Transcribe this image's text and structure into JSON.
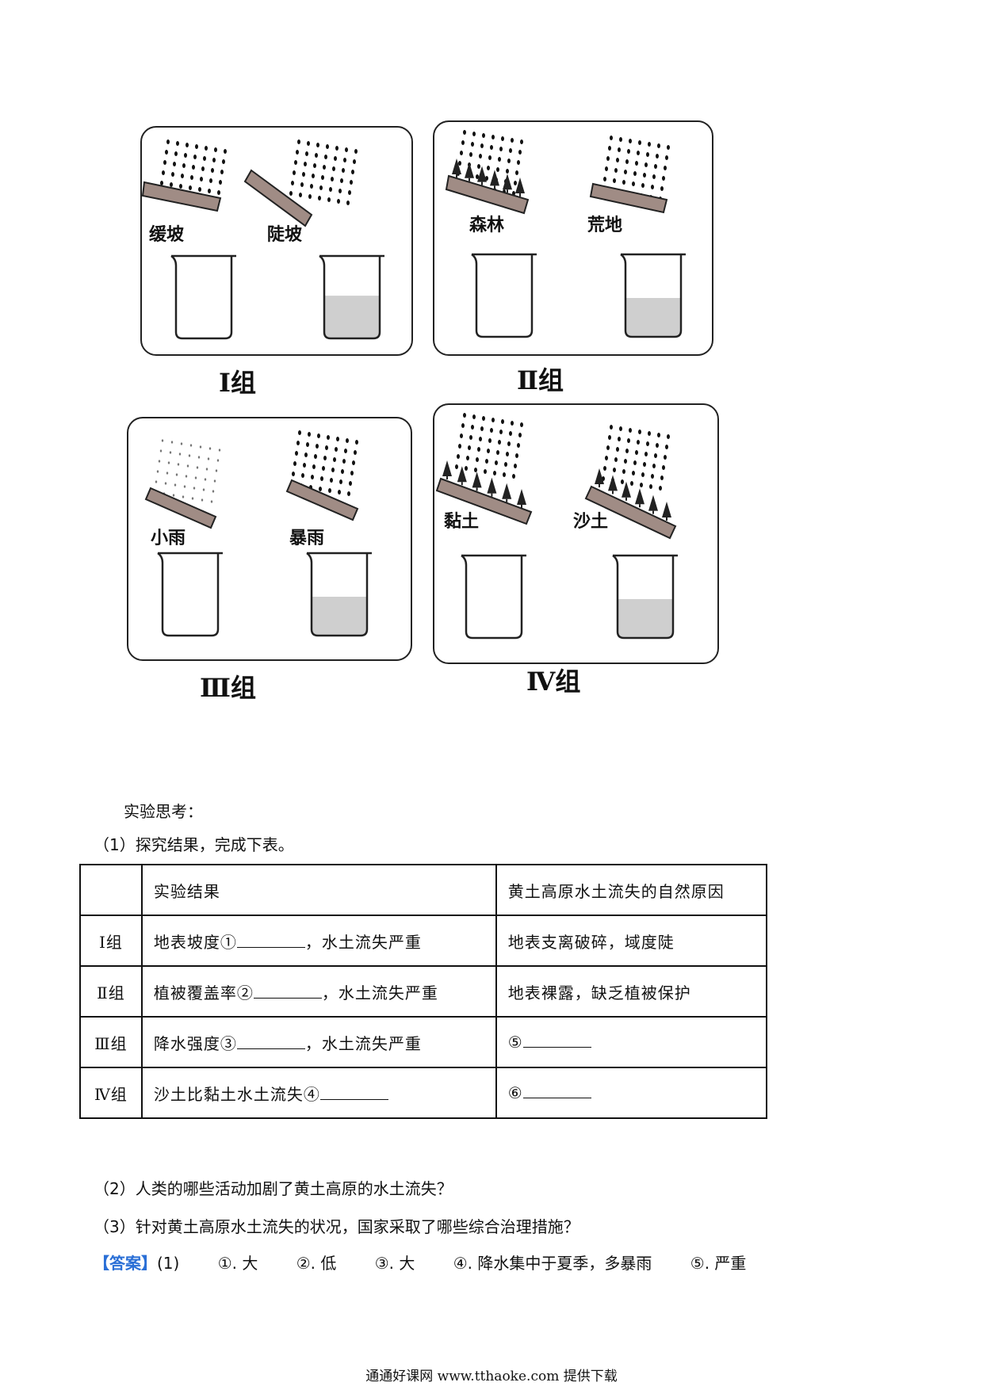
{
  "figure": {
    "groups": [
      {
        "label": "Ⅰ组",
        "left_tag": "缓坡",
        "right_tag": "陡坡",
        "right_fill": 0.55
      },
      {
        "label": "Ⅱ组",
        "left_tag": "森林",
        "right_tag": "荒地",
        "right_fill": 0.5
      },
      {
        "label": "Ⅲ组",
        "left_tag": "小雨",
        "right_tag": "暴雨",
        "right_fill": 0.5
      },
      {
        "label": "Ⅳ组",
        "left_tag": "黏土",
        "right_tag": "沙土",
        "right_fill": 0.5
      }
    ]
  },
  "section_title": "实验思考：",
  "q1": "（1）探究结果，完成下表。",
  "table": {
    "headers": [
      "",
      "实验结果",
      "黄土高原水土流失的自然原因"
    ],
    "rows": [
      {
        "group": "Ⅰ组",
        "result_pre": "地表坡度①",
        "result_post": "，水土流失严重",
        "cause": "地表支离破碎，域度陡",
        "cause_blank": false
      },
      {
        "group": "Ⅱ组",
        "result_pre": "植被覆盖率②",
        "result_post": "，水土流失严重",
        "cause": "地表裸露，缺乏植被保护",
        "cause_blank": false
      },
      {
        "group": "Ⅲ组",
        "result_pre": "降水强度③",
        "result_post": "，水土流失严重",
        "cause": "⑤",
        "cause_blank": true
      },
      {
        "group": "Ⅳ组",
        "result_pre": "沙土比黏土水土流失④",
        "result_post": "",
        "cause": "⑥",
        "cause_blank": true
      }
    ]
  },
  "q2": "（2）人类的哪些活动加剧了黄土高原的水土流失？",
  "q3": "（3）针对黄土高原水土流失的状况，国家采取了哪些综合治理措施？",
  "answer": {
    "tag": "【答案】",
    "prefix": "(1)",
    "items": [
      "①. 大",
      "②. 低",
      "③. 大",
      "④. 降水集中于夏季，多暴雨",
      "⑤. 严重"
    ]
  },
  "footer": "通通好课网  www.tthaoke.com  提供下载",
  "colors": {
    "accent": "#2a6fd6",
    "slope": "#a08c85",
    "water": "#cfcfcf"
  }
}
